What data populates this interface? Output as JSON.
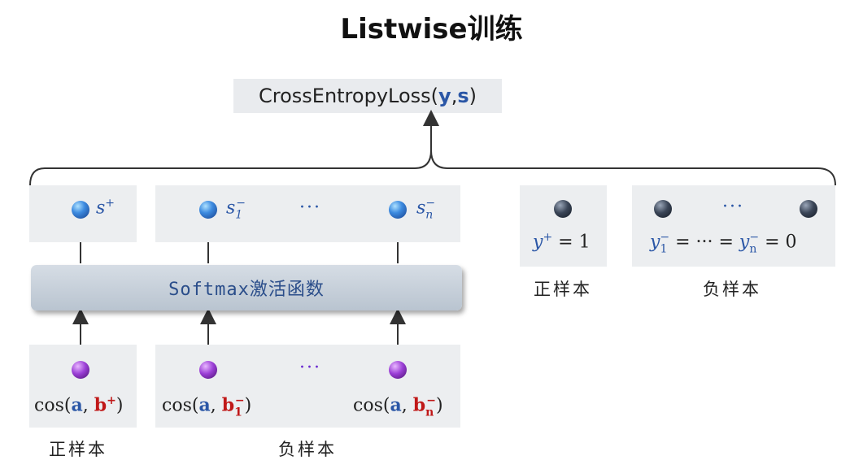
{
  "title": "Listwise训练",
  "loss": {
    "func": "CrossEntropyLoss(",
    "y": "y",
    "comma": ", ",
    "s": "s",
    "close": ")"
  },
  "softmax_label": "Softmax激活函数",
  "scores": {
    "pos": "s",
    "pos_sup": "+",
    "neg1": "s",
    "neg1_sub": "1",
    "neg1_sup": "−",
    "negn": "s",
    "negn_sub": "n",
    "negn_sup": "−",
    "dots": "···"
  },
  "inputs": {
    "cos_prefix": "cos(",
    "a": "a",
    "comma": ", ",
    "b": "b",
    "pos_sup": "+",
    "neg1_sub": "1",
    "negn_sub": "n",
    "neg_sup": "−",
    "close": ")",
    "dots": "···"
  },
  "targets": {
    "pos_label": "y",
    "pos_sup": "+",
    "pos_value": " = 1",
    "neg_y": "y",
    "neg_sub1": "1",
    "neg_subn": "n",
    "neg_sup": "−",
    "neg_mid": " = ··· = ",
    "neg_value": " = 0",
    "dots": "···"
  },
  "labels": {
    "positive": "正样本",
    "negative": "负样本"
  }
}
